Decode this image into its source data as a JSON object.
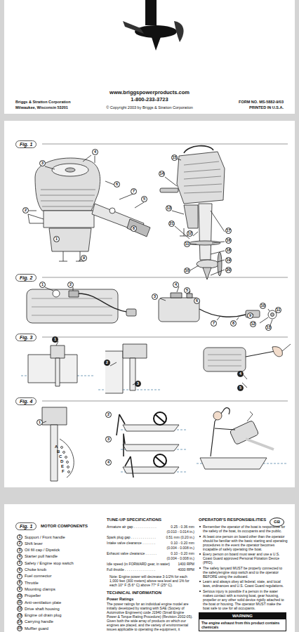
{
  "diagram": {
    "nodes": [
      {
        "text": [
          "Fig. 1"
        ]
      },
      {
        "text": [
          "Fig. 2"
        ]
      },
      {
        "text": [
          "Fig. 3"
        ]
      },
      {
        "text": [
          "Fig. 4"
        ]
      },
      {
        "text": [
          "GB"
        ]
      },
      {
        "text": [
          "Fig. 1"
        ]
      },
      {
        "text": [
          "WARNING",
          "The engine exhaust from this product contains chemicals"
        ]
      }
    ],
    "labels": [
      "www.briggspowerproducts.com",
      "1-800-233-3723",
      "Briggs & Stratton Corporation",
      "Milwaukee, Wisconsin 53201",
      "© Copyright 2003 by Briggs & Stratton Corporation",
      "FORM NO. MS-5882-9/03",
      "PRINTED IN U.S.A.",
      "4",
      "15",
      "3",
      "14",
      "6",
      "7",
      "5",
      "2",
      "13",
      "21",
      "1",
      "8",
      "12",
      "17",
      "11",
      "16",
      "18",
      "9",
      "19",
      "10",
      "20",
      "1",
      "2",
      "4",
      "5",
      "3",
      "6",
      "10",
      "11",
      "9",
      "7",
      "8",
      "12",
      "13",
      "1",
      "2",
      "3",
      "4",
      "5",
      "1",
      "A",
      "B",
      "C",
      "D",
      "E",
      "F",
      "2",
      "3",
      "4",
      "MOTOR COMPONENTS",
      "1",
      "Support / Front handle",
      "2",
      "Shift lever",
      "3",
      "Oil fill cap / Dipstick",
      "4",
      "Starter pull handle",
      "5",
      "Safety / Engine stop switch",
      "6",
      "Choke knob",
      "7",
      "Fuel connector",
      "8",
      "Throttle",
      "9",
      "Mounting clamps",
      "10",
      "Propeller",
      "11",
      "Anti-ventilation plate",
      "12",
      "Drive shaft housing",
      "13",
      "Engine oil drain plug",
      "14",
      "Carrying handle",
      "15",
      "Muffler guard",
      "TUNE-UP SPECIFICATIONS",
      "Armature air gap . . . . . . . . . . . .",
      "0.25 - 0.36 mm",
      "(0.010 - 0.014 in.)",
      "Spark plug gap . . . . . . . . . . . . .",
      "0.51 mm (0.20 in.)",
      "Intake valve clearance . . . . . . .",
      "0.10 - 0.20 mm",
      "(0.004 - 0.008 in.)",
      "Exhaust valve clearance . . . . . .",
      "0.10 - 0.20 mm",
      "(0.004 - 0.008 in.)",
      "Idle speed (in FORWARD gear, in water)",
      "1400 RPM",
      "Full throttle . . . . . . . . . . . . . . . .",
      "4000 RPM",
      "Note: Engine power will decrease 3-1/2% for each 1,000 feet (300 meters) above sea level and 1% for each 10° F (5.6° C) above 77° F (25° C).",
      "TECHNICAL INFORMATION",
      "Power Ratings",
      "The power ratings for an individual engine model are initially developed by starting with SAE (Society of Automotive Engineers) code J1940 (Small Engine Power & Torque Rating Procedure) (Revision 2002-05). Given both the wide array of products on which our engines are placed, and the variety of environmental issues applicable to operating the equipment, it",
      "OPERATOR'S RESPONSIBILITIES",
      "Remember the operator of the boat is responsible for the safety of the boat, its occupants and the public.",
      "At least one person on board other than the operator should be familiar with the basic starting and operating procedures in the event the operator becomes incapable of safely operating the boat.",
      "Every person on board must wear and use a U.S. Coast Guard approved Personal Flotation Device (PFD).",
      "The safety lanyard MUST be properly connected to the safety/engine stop switch and to the operator BEFORE using the outboard.",
      "Learn and always obey all federal, state, and local laws, ordinances and U.S. Coast Guard regulations.",
      "Serious injury is possible if a person in the water makes contact with a moving boat, gear housing, propeller or any other solid device rigidly attached to the boat or housing. The operator MUST make the boat safe to use for all occupants."
    ]
  }
}
